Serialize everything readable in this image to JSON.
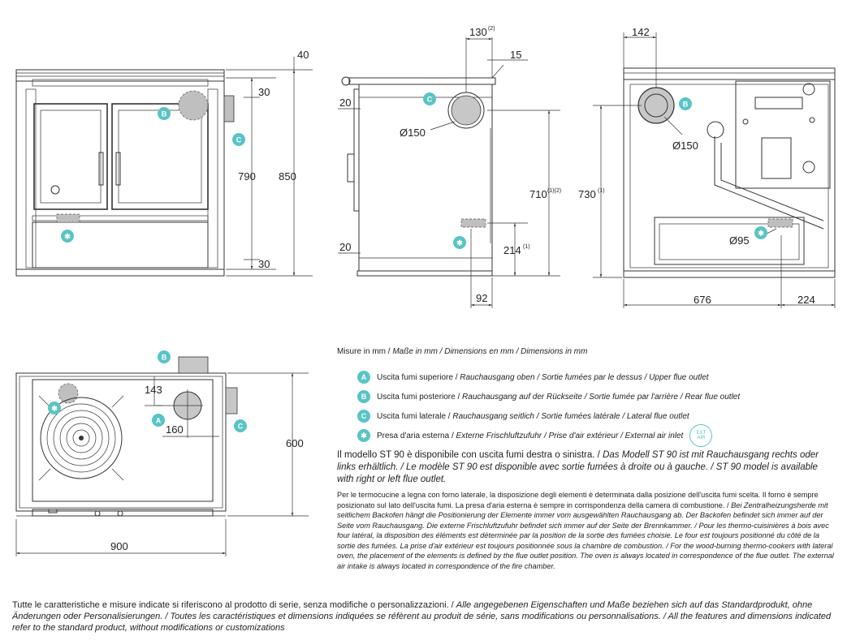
{
  "markers": {
    "a": "A",
    "b": "B",
    "c": "C",
    "air": "✱",
    "color": "#59c4c6"
  },
  "dims": {
    "front_40": "40",
    "front_30_top": "30",
    "front_790": "790",
    "front_850": "850",
    "front_30_bottom": "30",
    "side_130": "130",
    "side_130_sup": "(2)",
    "side_15": "15",
    "side_20_top": "20",
    "side_150": "Ø150",
    "side_710": "710",
    "side_710_sup": "(1)(2)",
    "side_20_bottom": "20",
    "side_214": "214",
    "side_214_sup": "(1)",
    "side_92": "92",
    "rear_142": "142",
    "rear_730": "730",
    "rear_730_sup": "(1)",
    "rear_150": "Ø150",
    "rear_95": "Ø95",
    "rear_676": "676",
    "rear_224": "224",
    "top_143": "143",
    "top_160": "160",
    "top_600": "600",
    "top_900": "900"
  },
  "units": {
    "regular": "Misure in mm / ",
    "italic": "Maße in mm / Dimensions en mm / Dimensions in mm"
  },
  "legend": [
    {
      "mark": "A",
      "regular": "Uscita fumi superiore / ",
      "italic": "Rauchausgang oben  / Sortie fumées par le dessus / Upper flue outlet"
    },
    {
      "mark": "B",
      "regular": "Uscita fumi posteriore / ",
      "italic": "Rauchausgang auf der Rückseite / Sortie fumée par l'arrière / Rear flue outlet"
    },
    {
      "mark": "C",
      "regular": "Uscita fumi laterale / ",
      "italic": "Rauchausgang seitlich / Sortie fumées latérale / Lateral flue outlet"
    },
    {
      "mark": "✱",
      "regular": "Presa d'aria esterna / ",
      "italic": "Externe Frischluftzufuhr / Prise d'air extérieur / External air inlet"
    }
  ],
  "air_badge": {
    "line1": "EXT",
    "line2": "AIR"
  },
  "model_note": {
    "regular": "Il modello ST 90 è disponibile con uscita fumi destra o sinistra. / ",
    "italic": "Das Modell ST 90 ist mit Rauchausgang rechts oder links erhältlich. / Le modèle ST 90 est disponible avec sortie fumées à droite ou à gauche. / ST 90 model is available with right or left flue outlet."
  },
  "description": {
    "regular": "Per le termocucine a legna con forno laterale, la disposizione degli elementi è determinata dalla posizione dell'uscita fumi scelta. Il forno è sempre posizionato sul lato dell'uscita fumi. La presa d'aria esterna è sempre in corrispondenza della camera di combustione. / ",
    "italic": "Bei Zentralheizungsherde mit seitlichem Backofen hängt die Positionierung der Elemente immer vom ausgewählten Rauchausgang ab. Der Backofen befindet sich immer auf der Seite vom Rauchausgang. Die externe Frischluftzufuhr befindet sich immer auf der Seite der Brennkammer. / Pour les thermo-cuisinières à bois avec four latéral, la disposition des éléments est déterminée par la position de la sortie des fumées choisie. Le four est toujours positionné du côté de la sortie des fumées. La prise d'air extérieur est toujours positionnée sous la chambre de combustion. / For the wood-burning thermo-cookers with lateral oven, the placement of the elements is defined by the flue outlet position. The oven is always located in correspondence of the flue outlet. The external air intake is always located in correspondence of the fire chamber."
  },
  "footer": {
    "regular": "Tutte le caratteristiche e misure indicate si riferiscono al prodotto di serie, senza modifiche o personalizzazioni. / ",
    "italic": "Alle angegebenen Eigenschaften und Maße beziehen sich auf das Standardprodukt, ohne Änderungen oder Personalisierungen. / Toutes les caractéristiques et dimensions indiquées se réfèrent au produit de série, sans modifications ou personnalisations. / All the features and dimensions indicated refer to the standard product, without modifications or customizations"
  }
}
